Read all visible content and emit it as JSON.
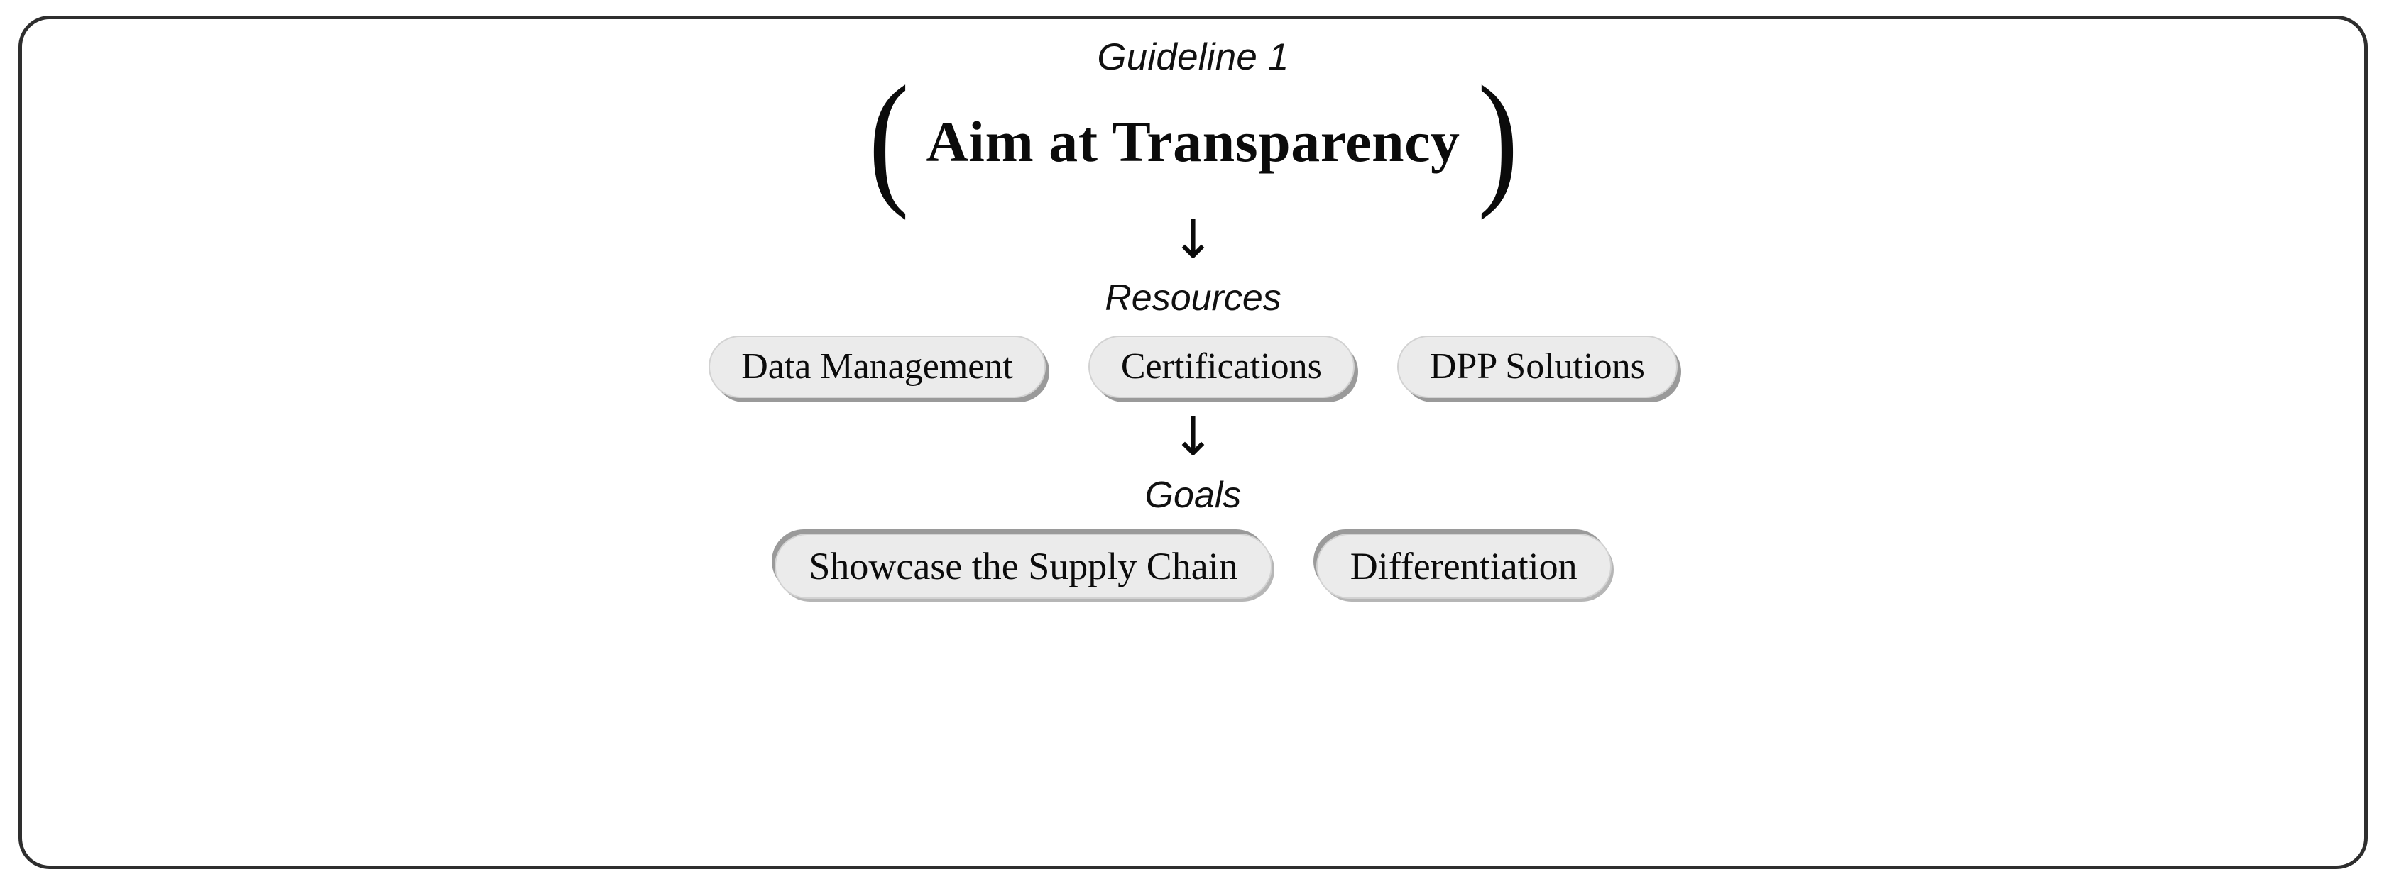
{
  "card": {
    "eyebrow": "Guideline 1",
    "title": "Aim at Transparency",
    "paren_open": "(",
    "paren_close": ")",
    "arrow_glyph": "↓",
    "colors": {
      "frame_border": "#2e2e2e",
      "background": "#ffffff",
      "pill_fill": "#ebebeb",
      "pill_shadow": "#9a9a9a",
      "text": "#0b0b0b"
    },
    "sections": [
      {
        "label": "Resources",
        "items": [
          {
            "label": "Data Management"
          },
          {
            "label": "Certifications"
          },
          {
            "label": "DPP Solutions"
          }
        ]
      },
      {
        "label": "Goals",
        "items": [
          {
            "label": "Showcase the Supply Chain"
          },
          {
            "label": "Differentiation"
          }
        ]
      }
    ]
  }
}
